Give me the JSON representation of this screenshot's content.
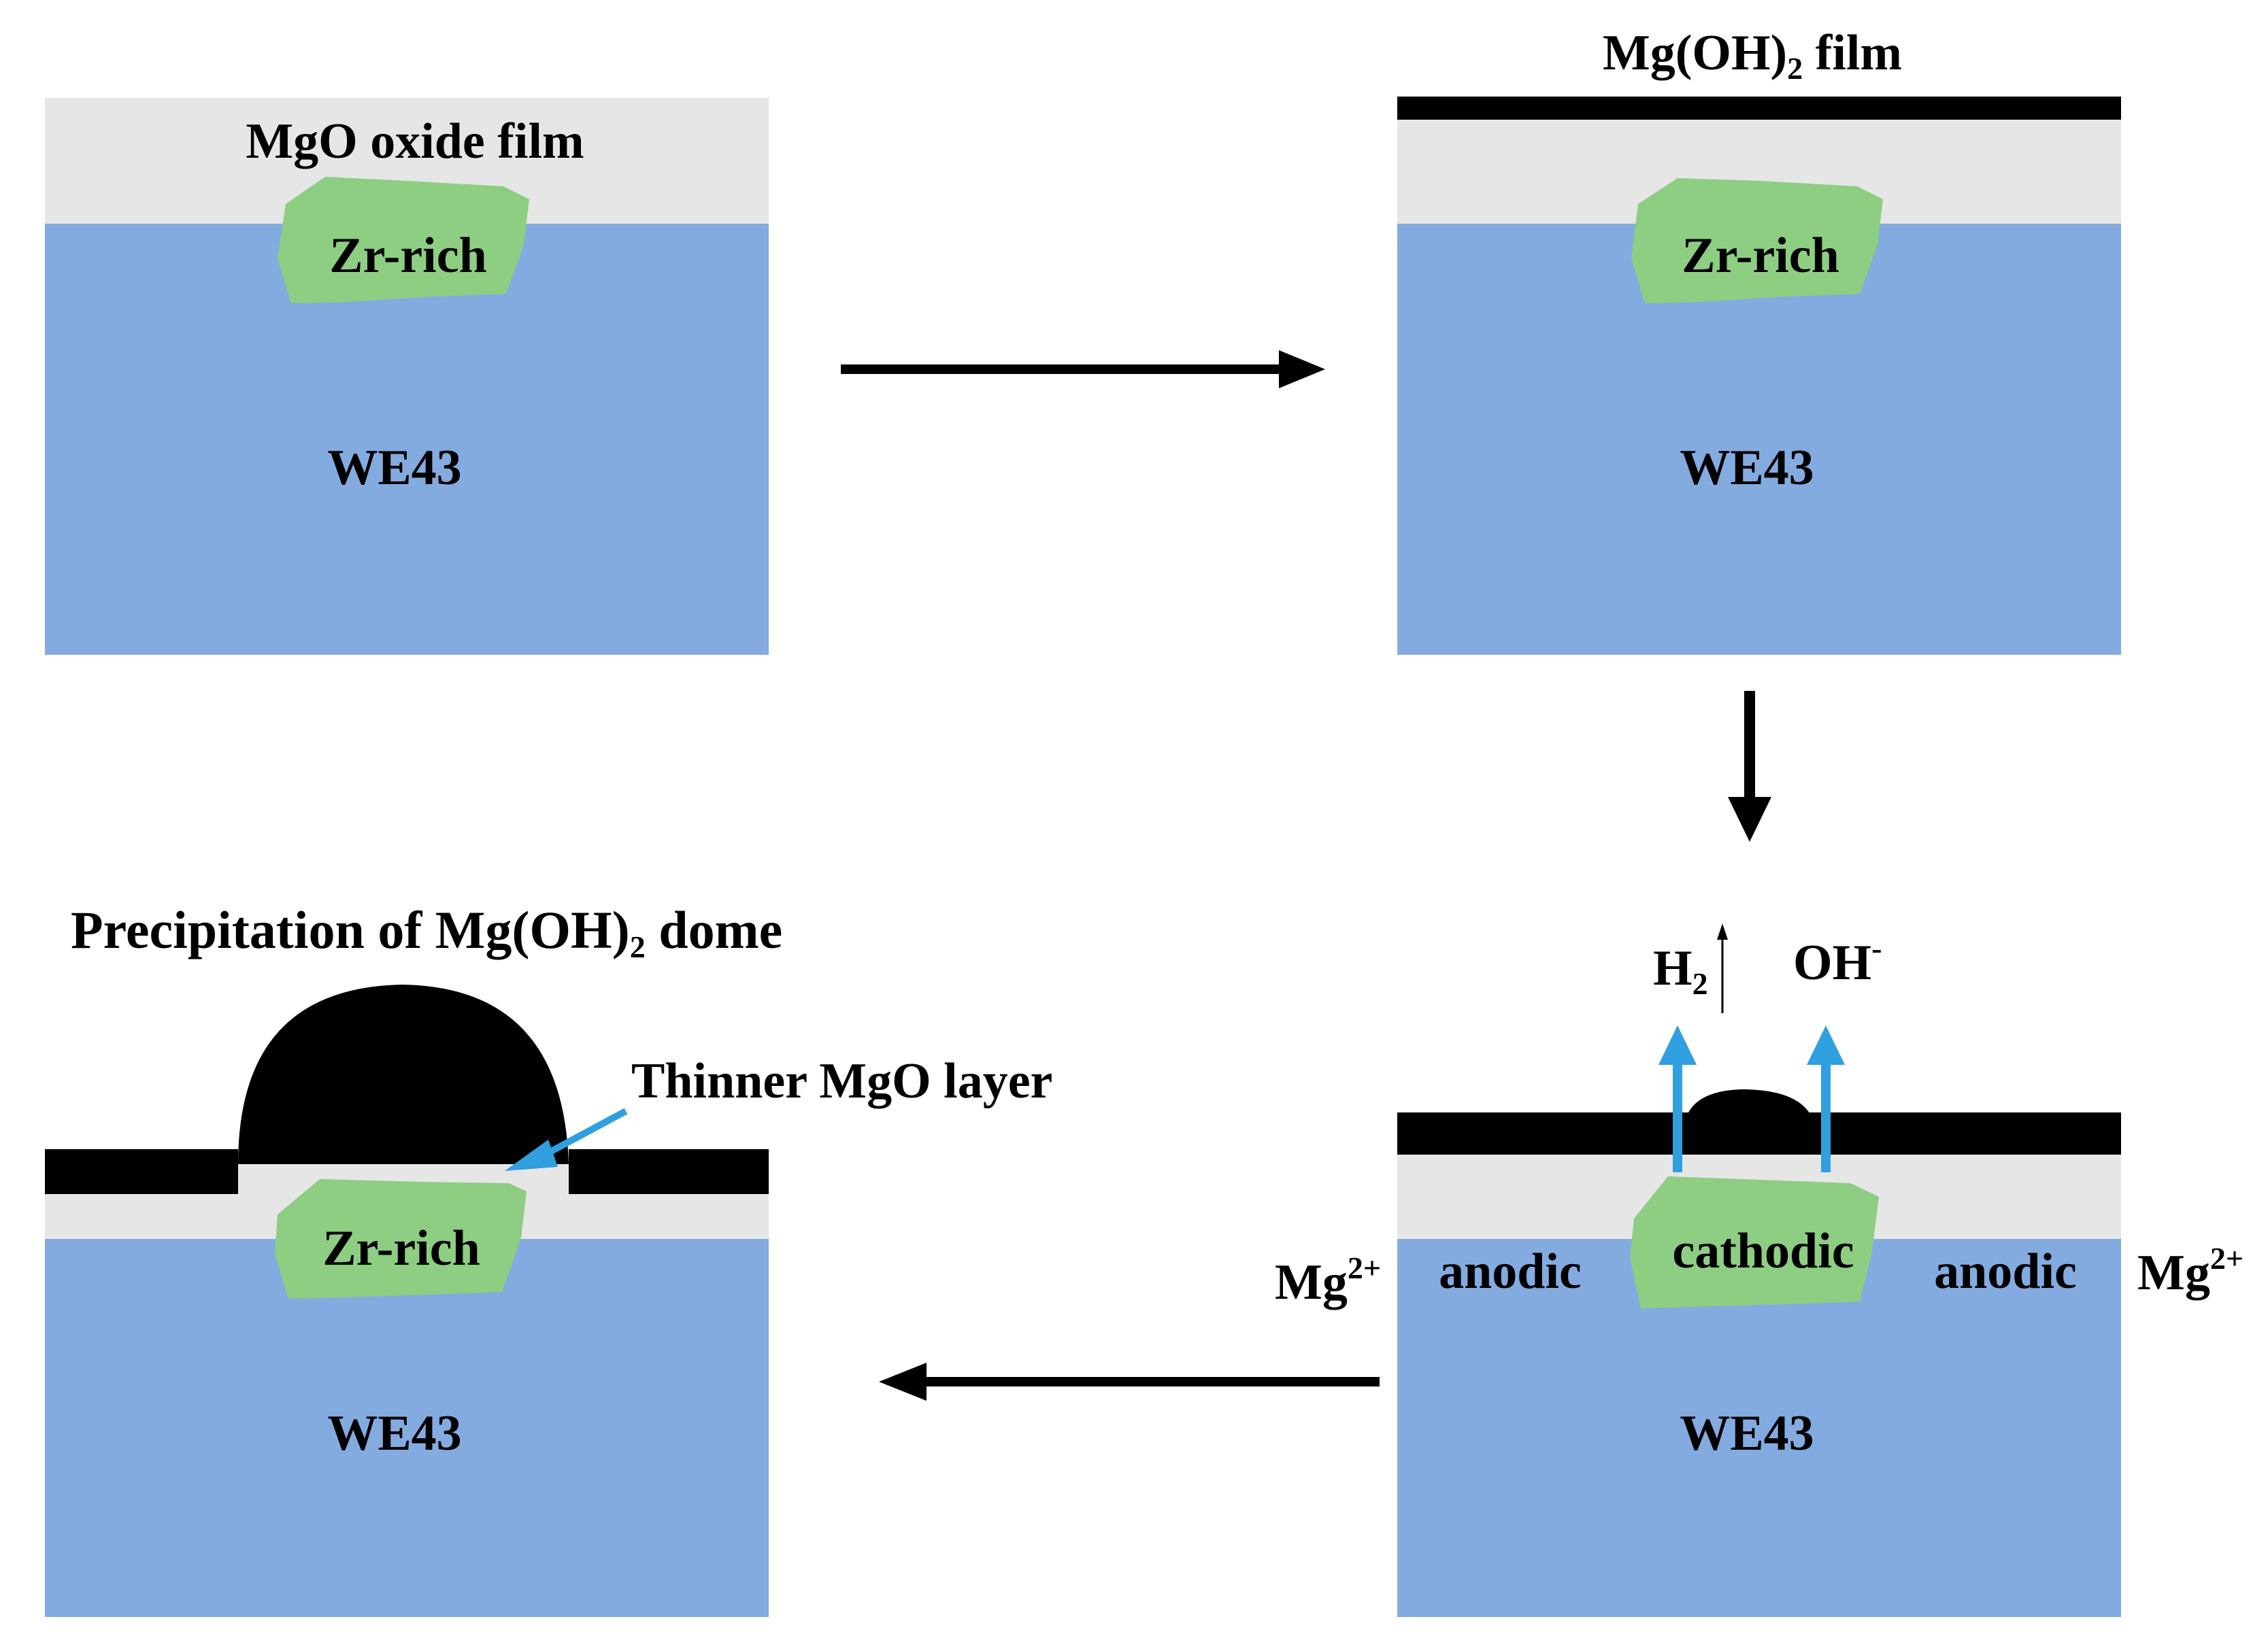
{
  "colors": {
    "substrate": "#84ABE0",
    "oxide_film": "#E6E6E6",
    "zr_particle": "#8DCE82",
    "hydroxide": "#000000",
    "flow_arrow": "#2F9FDF",
    "process_arrow": "#000000"
  },
  "panels": {
    "top_left": {
      "film_label": "MgO oxide film",
      "particle_label": "Zr-rich",
      "substrate_label": "WE43"
    },
    "top_right": {
      "film_label_main": "Mg(OH)",
      "film_label_sub": "2",
      "film_label_tail": " film",
      "particle_label": "Zr-rich",
      "substrate_label": "WE43"
    },
    "bottom_right": {
      "h2_main": "H",
      "h2_sub": "2",
      "oh_main": "OH",
      "oh_sup": "-",
      "mg_left_main": "Mg",
      "mg_left_sup": "2+",
      "mg_right_main": "Mg",
      "mg_right_sup": "2+",
      "anodic_left": "anodic",
      "anodic_right": "anodic",
      "cathodic": "cathodic",
      "substrate_label": "WE43"
    },
    "bottom_left": {
      "title_main": "Precipitation of Mg(OH)",
      "title_sub": "2",
      "title_tail": " dome",
      "thinner_label": "Thinner MgO layer",
      "particle_label": "Zr-rich",
      "substrate_label": "WE43"
    }
  },
  "flow": {
    "step_arrows": [
      "right",
      "down",
      "left"
    ]
  }
}
